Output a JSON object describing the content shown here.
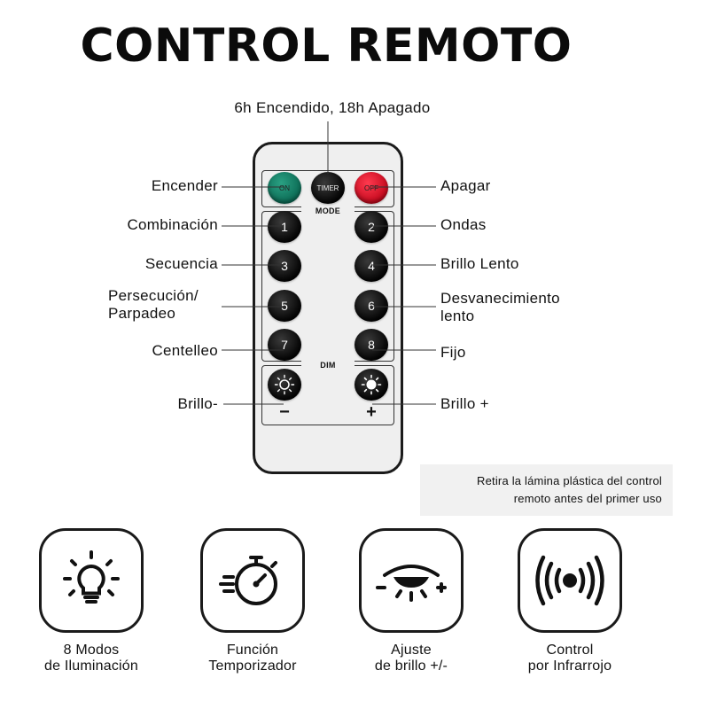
{
  "title": "CONTROL REMOTO",
  "timer_caption": "6h Encendido, 18h Apagado",
  "remote": {
    "buttons": {
      "on": "ON",
      "timer": "TIMER",
      "off": "OFF",
      "modes": [
        "1",
        "2",
        "3",
        "4",
        "5",
        "6",
        "7",
        "8"
      ],
      "dim_minus": "−",
      "dim_plus": "+"
    },
    "section_labels": {
      "mode": "MODE",
      "dim": "DIM"
    }
  },
  "left_labels": {
    "encender": "Encender",
    "combinacion": "Combinación",
    "secuencia": "Secuencia",
    "persecucion_line1": "Persecución/",
    "persecucion_line2": "Parpadeo",
    "centelleo": "Centelleo",
    "brillo_minus": "Brillo-"
  },
  "right_labels": {
    "apagar": "Apagar",
    "ondas": "Ondas",
    "brillo_lento": "Brillo Lento",
    "desvanecimiento_line1": "Desvanecimiento",
    "desvanecimiento_line2": "lento",
    "fijo": "Fijo",
    "brillo_plus": "Brillo +"
  },
  "note": {
    "line1": "Retira la lámina plástica del control",
    "line2": "remoto antes del primer uso"
  },
  "features": [
    {
      "icon": "lightbulb-icon",
      "line1": "8 Modos",
      "line2": "de Iluminación"
    },
    {
      "icon": "stopwatch-icon",
      "line1": "Función",
      "line2": "Temporizador"
    },
    {
      "icon": "brightness-eye-icon",
      "line1": "Ajuste",
      "line2": "de brillo +/-"
    },
    {
      "icon": "infrared-signal-icon",
      "line1": "Control",
      "line2": "por Infrarrojo"
    }
  ],
  "colors": {
    "on_button": "#0c6b55",
    "off_button": "#c4091d",
    "text": "#111111"
  }
}
